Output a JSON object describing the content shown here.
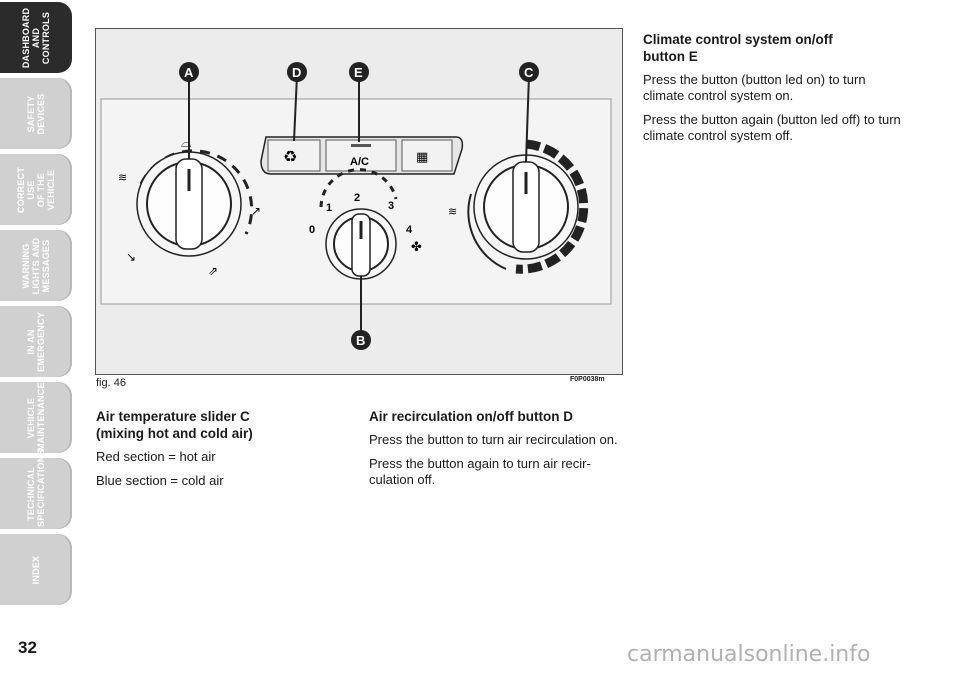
{
  "sidebar": {
    "tabs": [
      {
        "label": "DASHBOARD\nAND\nCONTROLS",
        "active": true
      },
      {
        "label": "SAFETY\nDEVICES",
        "active": false
      },
      {
        "label": "CORRECT USE\nOF THE VEHICLE",
        "active": false
      },
      {
        "label": "WARNING\nLIGHTS AND\nMESSAGES",
        "active": false
      },
      {
        "label": "IN AN\nEMERGENCY",
        "active": false
      },
      {
        "label": "VEHICLE\nMAINTENANCE",
        "active": false
      },
      {
        "label": "TECHNICAL\nSPECIFICATIONS",
        "active": false
      },
      {
        "label": "INDEX",
        "active": false
      }
    ]
  },
  "page_number": "32",
  "figure": {
    "caption": "fig. 46",
    "code": "F0P0038m",
    "callouts": [
      "A",
      "D",
      "E",
      "C",
      "B"
    ],
    "ac_label": "A/C",
    "fan_speeds": [
      "0",
      "1",
      "2",
      "3",
      "4"
    ]
  },
  "sections": {
    "temperature": {
      "heading_line1": "Air temperature slider C",
      "heading_line2": "(mixing hot and cold air)",
      "p1": "Red section = hot air",
      "p2": "Blue section = cold air"
    },
    "recirculation": {
      "heading": "Air recirculation on/off button D",
      "p1": "Press the button to turn air recirculation on.",
      "p2": "Press the button again to turn air recir-culation off."
    },
    "climate": {
      "heading_line1": "Climate control system on/off",
      "heading_line2": "button E",
      "p1": "Press the button (button led on) to turn climate control system on.",
      "p2": "Press the button again (button led off) to turn climate control system off."
    }
  },
  "watermark": "carmanualsonline.info"
}
